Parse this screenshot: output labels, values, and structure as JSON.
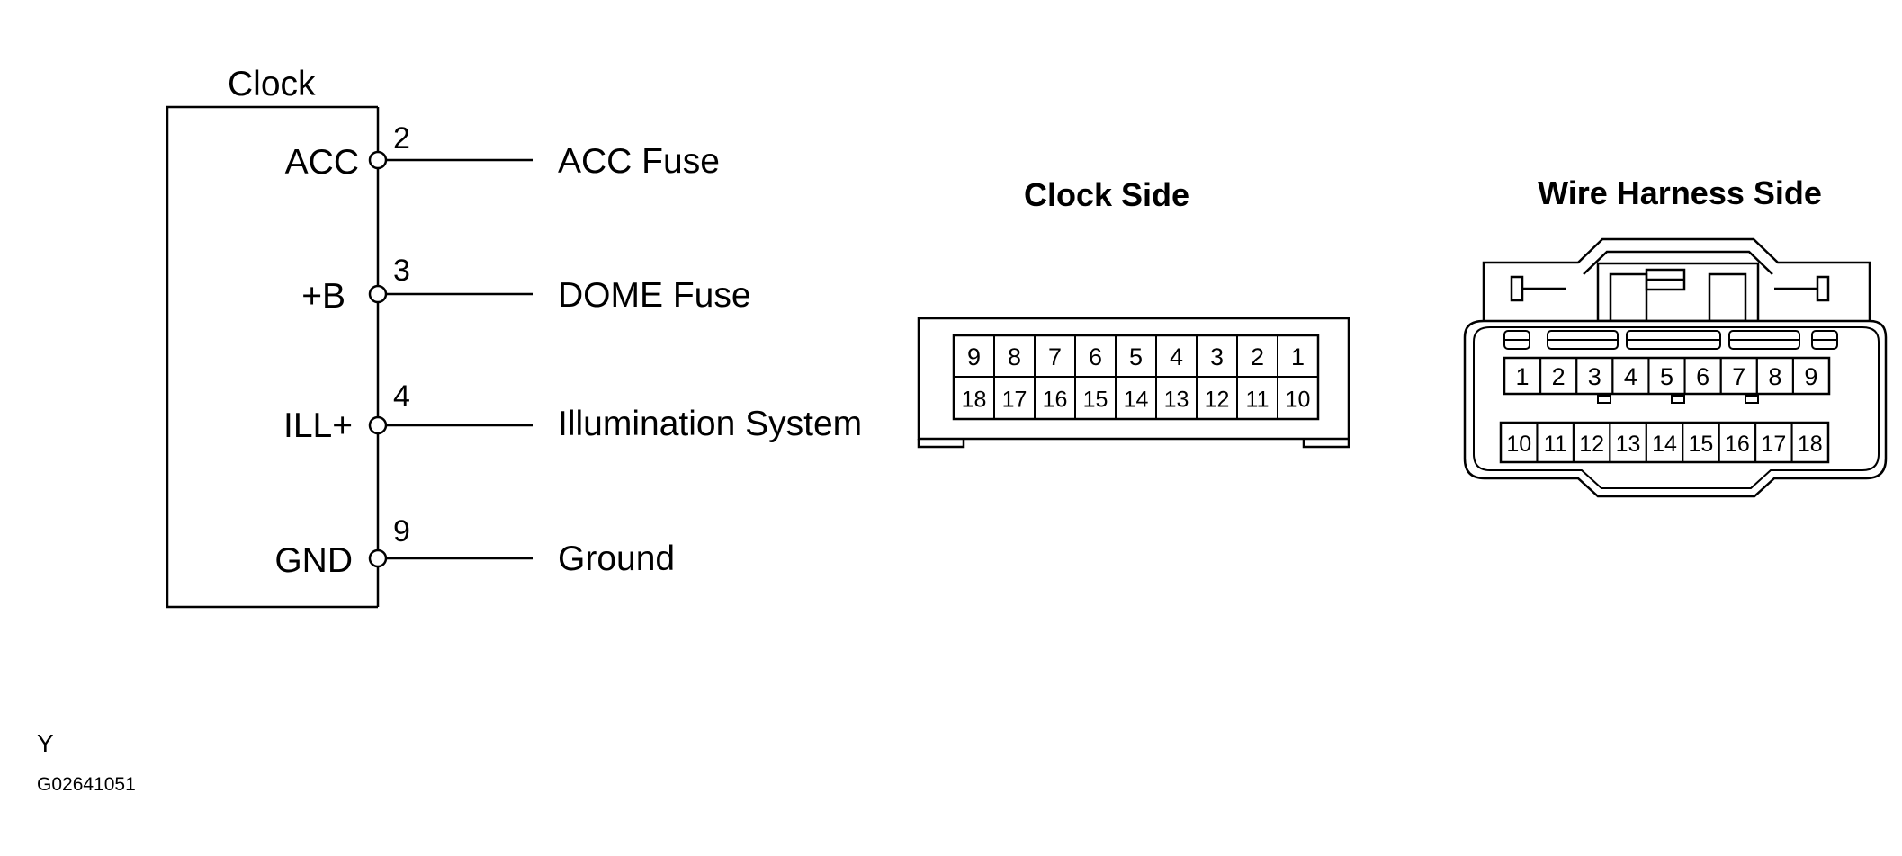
{
  "schematic": {
    "title": "Clock",
    "terminals": [
      {
        "name": "ACC",
        "pin": "2",
        "destination": "ACC Fuse"
      },
      {
        "name": "+B",
        "pin": "3",
        "destination": "DOME Fuse"
      },
      {
        "name": "ILL+",
        "pin": "4",
        "destination": "Illumination System"
      },
      {
        "name": "GND",
        "pin": "9",
        "destination": "Ground"
      }
    ]
  },
  "clock_side": {
    "title": "Clock Side",
    "top_row": [
      "9",
      "8",
      "7",
      "6",
      "5",
      "4",
      "3",
      "2",
      "1"
    ],
    "bottom_row": [
      "18",
      "17",
      "16",
      "15",
      "14",
      "13",
      "12",
      "11",
      "10"
    ]
  },
  "harness_side": {
    "title": "Wire Harness Side",
    "top_row": [
      "1",
      "2",
      "3",
      "4",
      "5",
      "6",
      "7",
      "8",
      "9"
    ],
    "bottom_row": [
      "10",
      "11",
      "12",
      "13",
      "14",
      "15",
      "16",
      "17",
      "18"
    ]
  },
  "footer": {
    "letter": "Y",
    "code": "G02641051"
  }
}
